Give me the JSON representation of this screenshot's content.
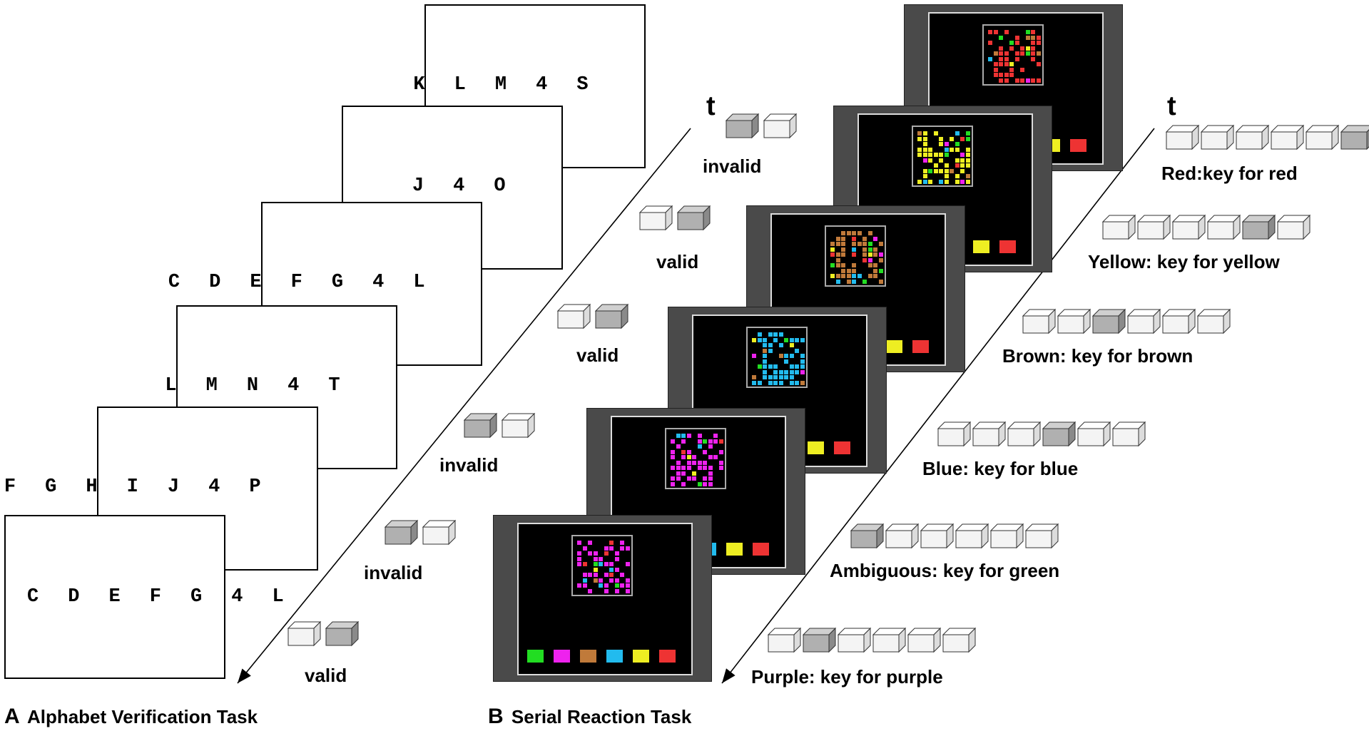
{
  "panel_a": {
    "letter": "A",
    "title": "Alphabet Verification Task",
    "time_label": "t",
    "cards": [
      {
        "sequence": "K L M 4 S"
      },
      {
        "sequence": "J 4 O"
      },
      {
        "sequence": "C D E F G 4 L"
      },
      {
        "sequence": "L M N 4 T"
      },
      {
        "sequence": "F G H I J 4 P"
      },
      {
        "sequence": "C D E F G 4 L"
      }
    ],
    "responses": [
      {
        "label": "invalid",
        "pressed": 0
      },
      {
        "label": "valid",
        "pressed": 1
      },
      {
        "label": "valid",
        "pressed": 1
      },
      {
        "label": "invalid",
        "pressed": 0
      },
      {
        "label": "invalid",
        "pressed": 0
      },
      {
        "label": "valid",
        "pressed": 1
      }
    ]
  },
  "panel_b": {
    "letter": "B",
    "title": "Serial Reaction Task",
    "time_label": "t",
    "key_colors": [
      "#22dd22",
      "#ee22ee",
      "#c07a3a",
      "#22bbee",
      "#eeee22",
      "#ee3333"
    ],
    "screens": [
      {
        "dominant": "#ee3333"
      },
      {
        "dominant": "#eeee22"
      },
      {
        "dominant": "#c07a3a"
      },
      {
        "dominant": "#22bbee"
      },
      {
        "dominant": "#ee22ee"
      },
      {
        "dominant": "#ee22ee"
      }
    ],
    "responses": [
      {
        "label": "Red:key for red",
        "pressed": 5
      },
      {
        "label": "Yellow: key for yellow",
        "pressed": 4
      },
      {
        "label": "Brown: key for brown",
        "pressed": 2
      },
      {
        "label": "Blue: key for blue",
        "pressed": 3
      },
      {
        "label": "Ambiguous: key for green",
        "pressed": 0
      },
      {
        "label": "Purple: key for purple",
        "pressed": 1
      }
    ]
  }
}
